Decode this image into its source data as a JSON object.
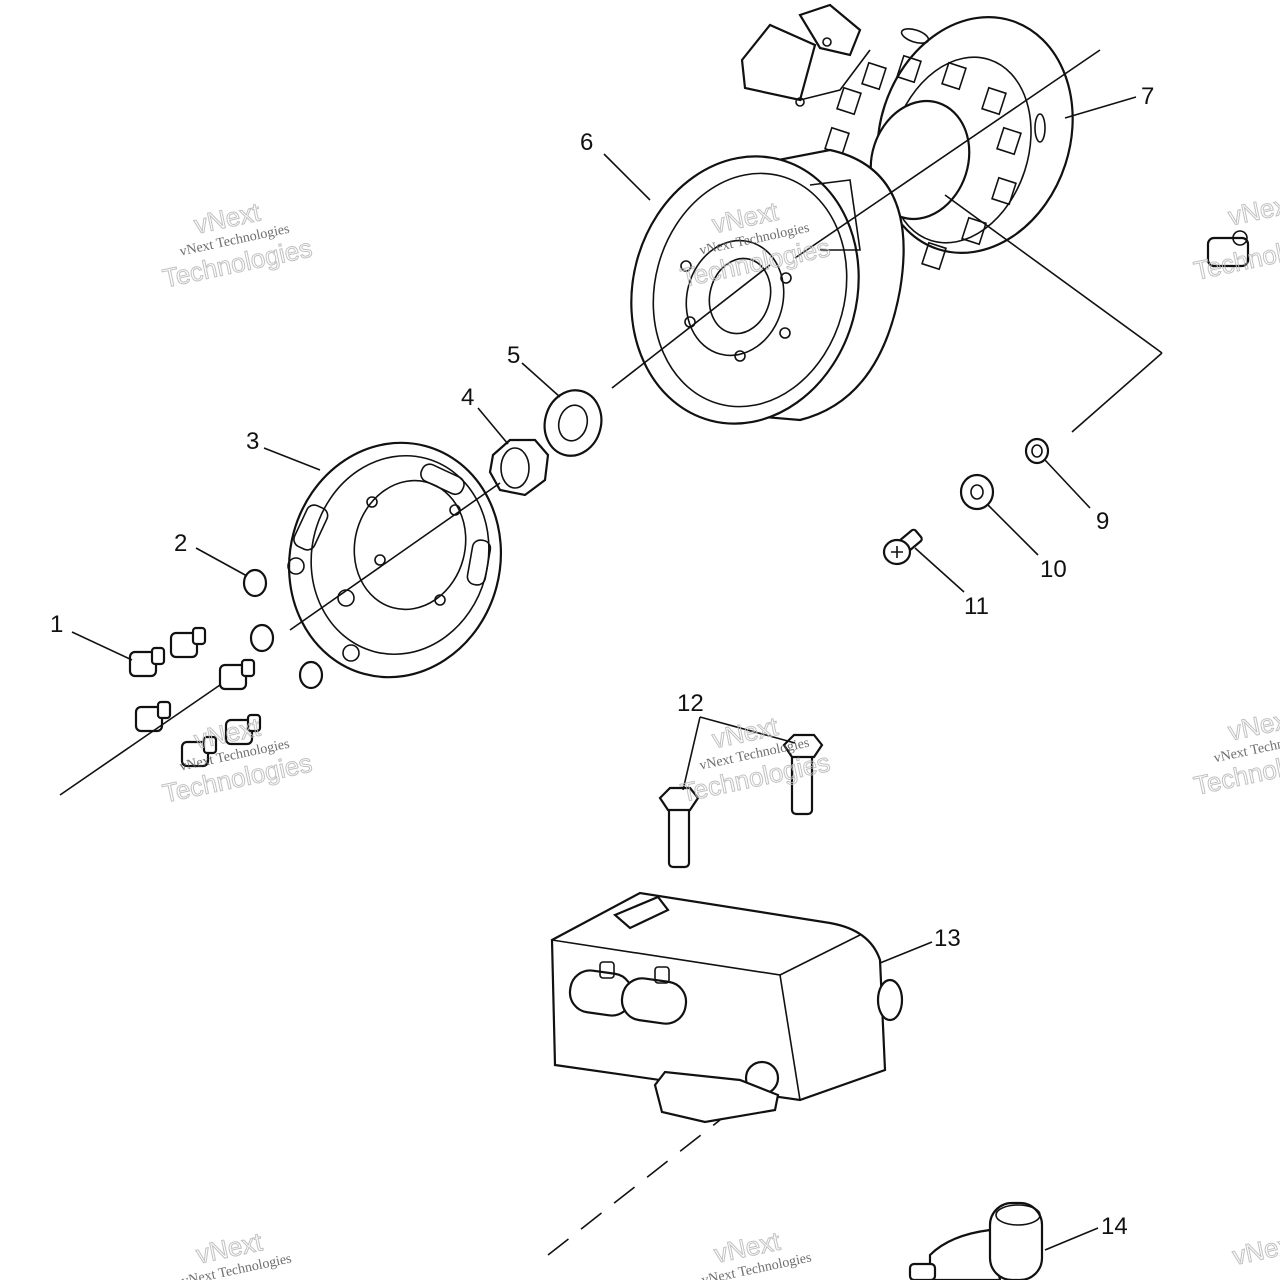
{
  "diagram": {
    "callouts": [
      "1",
      "2",
      "3",
      "4",
      "5",
      "6",
      "7",
      "9",
      "10",
      "11",
      "12",
      "13",
      "14"
    ]
  },
  "watermark": {
    "line1": "vNext Technologies",
    "line2": "vNext",
    "line3": "Technologies"
  }
}
